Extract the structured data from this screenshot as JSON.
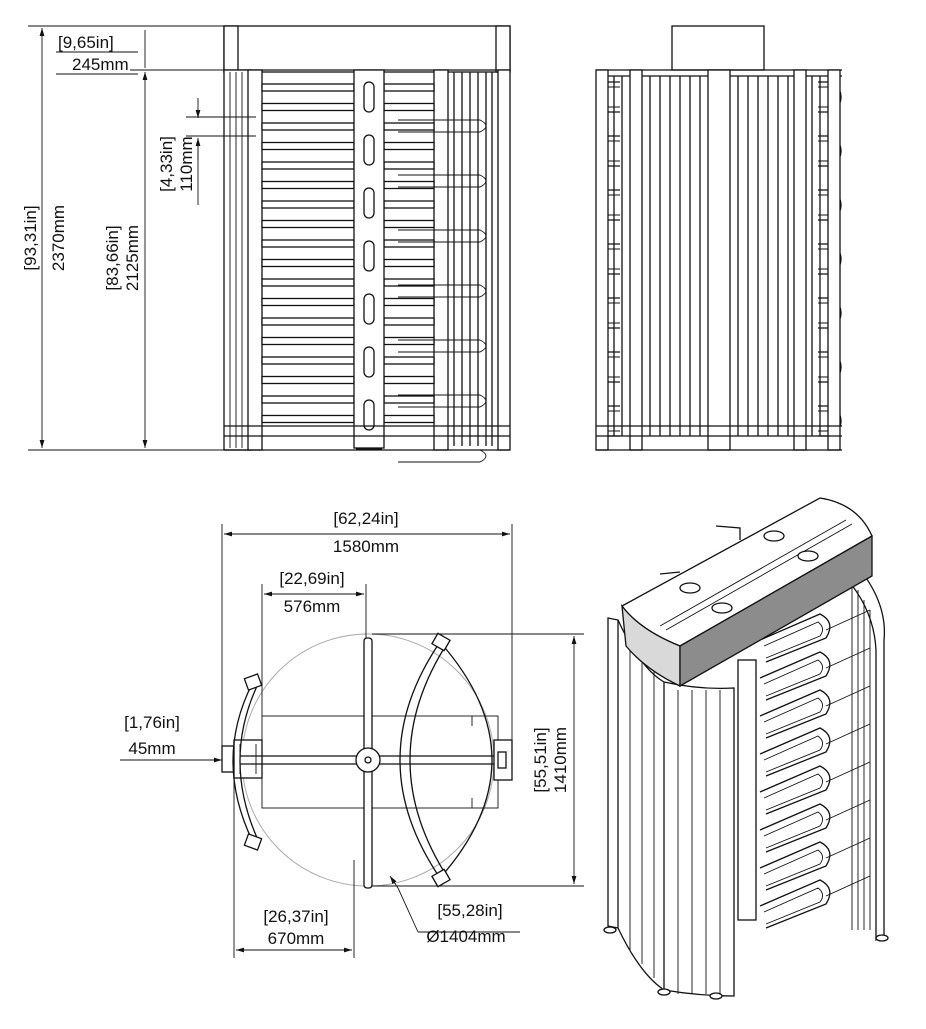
{
  "dimensions": {
    "total_height_in": "[93,31in]",
    "total_height_mm": "2370mm",
    "passage_height_in": "[83,66in]",
    "passage_height_mm": "2125mm",
    "top_box_in": "[9,65in]",
    "top_box_mm": "245mm",
    "bar_pitch_in": "[4,33in]",
    "bar_pitch_mm": "110mm",
    "total_width_in": "[62,24in]",
    "total_width_mm": "1580mm",
    "offset_in": "[22,69in]",
    "offset_mm": "576mm",
    "depth_in": "[55,51in]",
    "depth_mm": "1410mm",
    "post_in": "[1,76in]",
    "post_mm": "45mm",
    "passage_width_in": "[26,37in]",
    "passage_width_mm": "670mm",
    "rotor_diameter_in": "[55,28in]",
    "rotor_diameter_mm": "Ø1404mm"
  },
  "colors": {
    "line": "#111111",
    "construction": "#aaaaaa",
    "panel": "#d9d9d9",
    "panel_dark": "#8c8c8c"
  }
}
